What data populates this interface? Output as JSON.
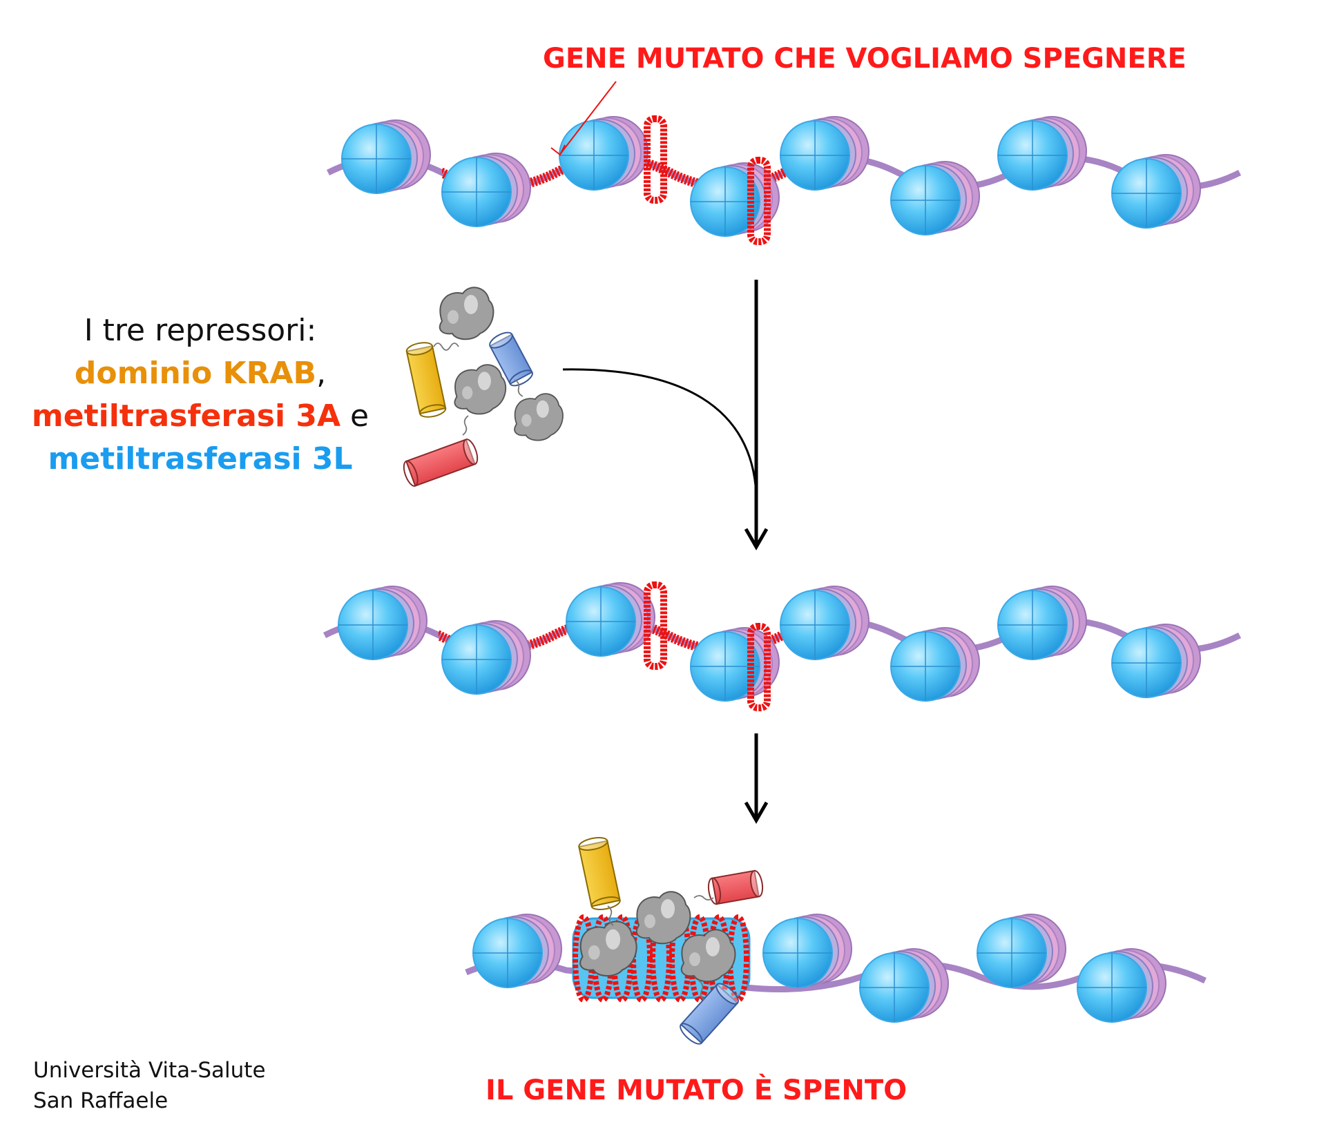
{
  "top_label": "GENE MUTATO CHE VOGLIAMO SPEGNERE",
  "repressors": {
    "heading": "I tre repressori:",
    "krab": "dominio KRAB",
    "krab_suffix": ",",
    "dnmt3a": "metiltrasferasi 3A",
    "dnmt3a_suffix": " e",
    "dnmt3l": "metiltrasferasi 3L"
  },
  "bottom_label": "IL GENE MUTATO È SPENTO",
  "credit": {
    "line1": "Università Vita-Salute",
    "line2": "San Raffaele"
  },
  "colors": {
    "dna": "#a784c4",
    "gene": "#ee1111",
    "nucleosome": "#54c6f6",
    "krab": "#f4c22a",
    "dnmt3a": "#f05a60",
    "dnmt3l": "#7fa6e0",
    "protein": "#9a9a9a"
  }
}
